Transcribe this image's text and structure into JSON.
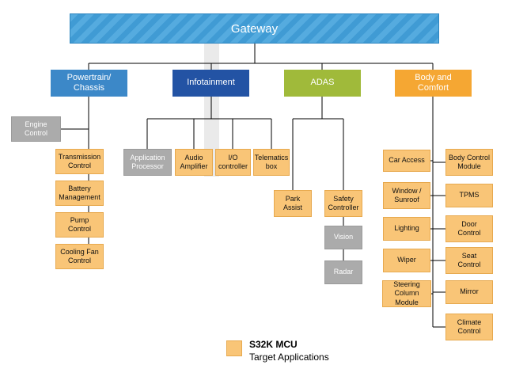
{
  "gateway": {
    "label": "Gateway"
  },
  "categories": {
    "powertrain": {
      "label": "Powertrain/\nChassis"
    },
    "infotainment": {
      "label": "Infotainment"
    },
    "adas": {
      "label": "ADAS"
    },
    "body": {
      "label": "Body and\nComfort"
    }
  },
  "nodes": {
    "engine_control": "Engine\nControl",
    "transmission": "Transmission\nControl",
    "battery": "Battery\nManagement",
    "pump": "Pump\nControl",
    "cooling_fan": "Cooling Fan\nControl",
    "app_processor": "Application\nProcessor",
    "audio_amp": "Audio\nAmplifier",
    "io_controller": "I/O\ncontroller",
    "telematics": "Telematics\nbox",
    "park_assist": "Park\nAssist",
    "safety_controller": "Safety\nController",
    "vision": "Vision",
    "radar": "Radar",
    "car_access": "Car Access",
    "window_sunroof": "Window /\nSunroof",
    "lighting": "Lighting",
    "wiper": "Wiper",
    "steering_column": "Steering\nColumn Module",
    "body_control_module": "Body Control\nModule",
    "tpms": "TPMS",
    "door_control": "Door\nControl",
    "seat_control": "Seat\nControl",
    "mirror": "Mirror",
    "climate_control": "Climate\nControl"
  },
  "legend": {
    "title": "S32K MCU",
    "subtitle": "Target Applications"
  },
  "colors": {
    "gateway_blue": "#4BA3DA",
    "powertrain_blue": "#3C88C8",
    "infotainment_blue": "#2353A4",
    "adas_green": "#A0BA3A",
    "body_orange": "#F5A733",
    "mcu_node_orange": "#F9C577",
    "processor_node_gray": "#ABABAB",
    "connector_line": "#000000"
  }
}
